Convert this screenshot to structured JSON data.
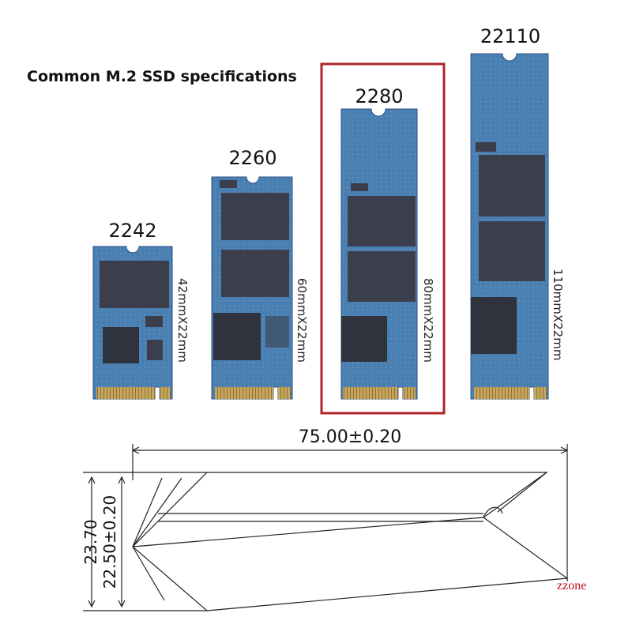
{
  "title": "Common M.2 SSD specifications",
  "cards": [
    {
      "model": "2242",
      "size": "42mmX22mm"
    },
    {
      "model": "2260",
      "size": "60mmX22mm"
    },
    {
      "model": "2280",
      "size": "80mmX22mm",
      "highlighted": true
    },
    {
      "model": "22110",
      "size": "110mmX22mm"
    }
  ],
  "drawing": {
    "length": "75.00±0.20",
    "height_outer": "23.70",
    "height_inner": "22.50±0.20"
  },
  "watermark": "zzone",
  "colors": {
    "pcb": "#4a7fb2",
    "pcb_dark": "#2c4f86",
    "chip": "#3b3f4c",
    "gold": "#c7a65b",
    "highlight": "#b0242a"
  }
}
